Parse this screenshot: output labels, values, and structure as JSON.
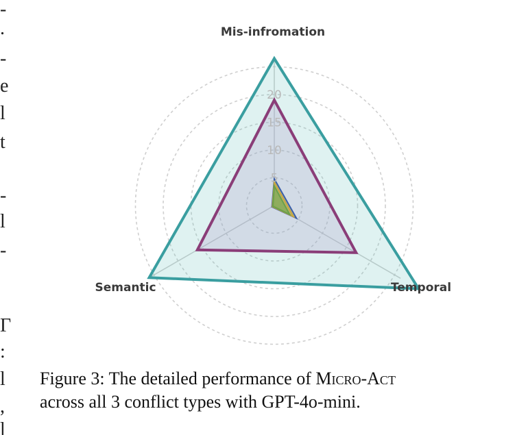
{
  "left_fragments": [
    {
      "text": "-"
    },
    {
      "text": "."
    },
    {
      "text": "-"
    },
    {
      "text": "e"
    },
    {
      "text": "l"
    },
    {
      "text": "t"
    },
    {
      "text": "-"
    },
    {
      "text": "l"
    },
    {
      "text": "-"
    },
    {
      "text": "Γ"
    },
    {
      "text": ":"
    },
    {
      "text": "l"
    },
    {
      "text": ","
    },
    {
      "text": "l"
    }
  ],
  "chart_data": {
    "type": "radar",
    "axes": [
      "Mis-infromation",
      "Temporal",
      "Semantic"
    ],
    "tick_labels": [
      "5",
      "10",
      "15",
      "20"
    ],
    "rmax": 25,
    "grid": "dashed circles",
    "series": [
      {
        "values": [
          26.5,
          30,
          26
        ],
        "color": "#3a9ea0",
        "fill": "rgba(108,196,190,0.22)"
      },
      {
        "values": [
          19,
          17,
          16
        ],
        "color": "#8a3d78",
        "fill": "rgba(170,150,200,0.25)"
      },
      {
        "values": [
          4.8,
          4.6,
          0.5
        ],
        "color": "#3b5ea8",
        "fill": "rgba(120,160,90,0.5)"
      },
      {
        "values": [
          4.2,
          4.0,
          0.4
        ],
        "color": "#c9a640",
        "fill": "rgba(200,170,70,0.55)"
      },
      {
        "values": [
          3.5,
          3.2,
          0.3
        ],
        "color": "#6aa04a",
        "fill": "rgba(110,170,80,0.55)"
      }
    ]
  },
  "caption": {
    "prefix": "Figure 3: The detailed performance of ",
    "method": "Micro-Act",
    "line2": "across all 3 conflict types with GPT-4o-mini."
  }
}
